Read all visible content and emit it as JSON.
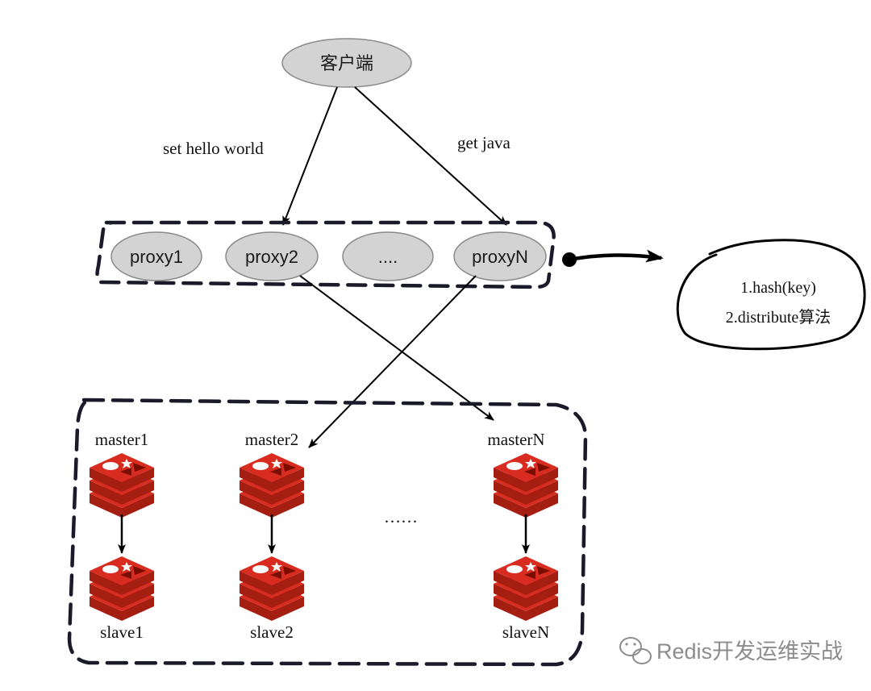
{
  "client": {
    "label": "客户端"
  },
  "requests": {
    "set": "set hello world",
    "get": "get java"
  },
  "proxies": [
    {
      "label": "proxy1"
    },
    {
      "label": "proxy2"
    },
    {
      "label": "...."
    },
    {
      "label": "proxyN"
    }
  ],
  "note": {
    "line1": "1.hash(key)",
    "line2": "2.distribute算法"
  },
  "masters": [
    {
      "label": "master1"
    },
    {
      "label": "master2"
    },
    {
      "label": "masterN"
    }
  ],
  "slaves": [
    {
      "label": "slave1"
    },
    {
      "label": "slave2"
    },
    {
      "label": "slaveN"
    }
  ],
  "ellipsis": "……",
  "watermark": {
    "text": "Redis开发运维实战",
    "icon": "wechat-icon"
  },
  "colors": {
    "node_fill": "#d3d3d3",
    "node_stroke": "#8a8a8a",
    "redis_red": "#c6302b",
    "redis_dark": "#a41e11",
    "line": "#000000",
    "watermark": "#8c8c8c"
  },
  "icons": {
    "redis": "redis-logo-icon"
  }
}
